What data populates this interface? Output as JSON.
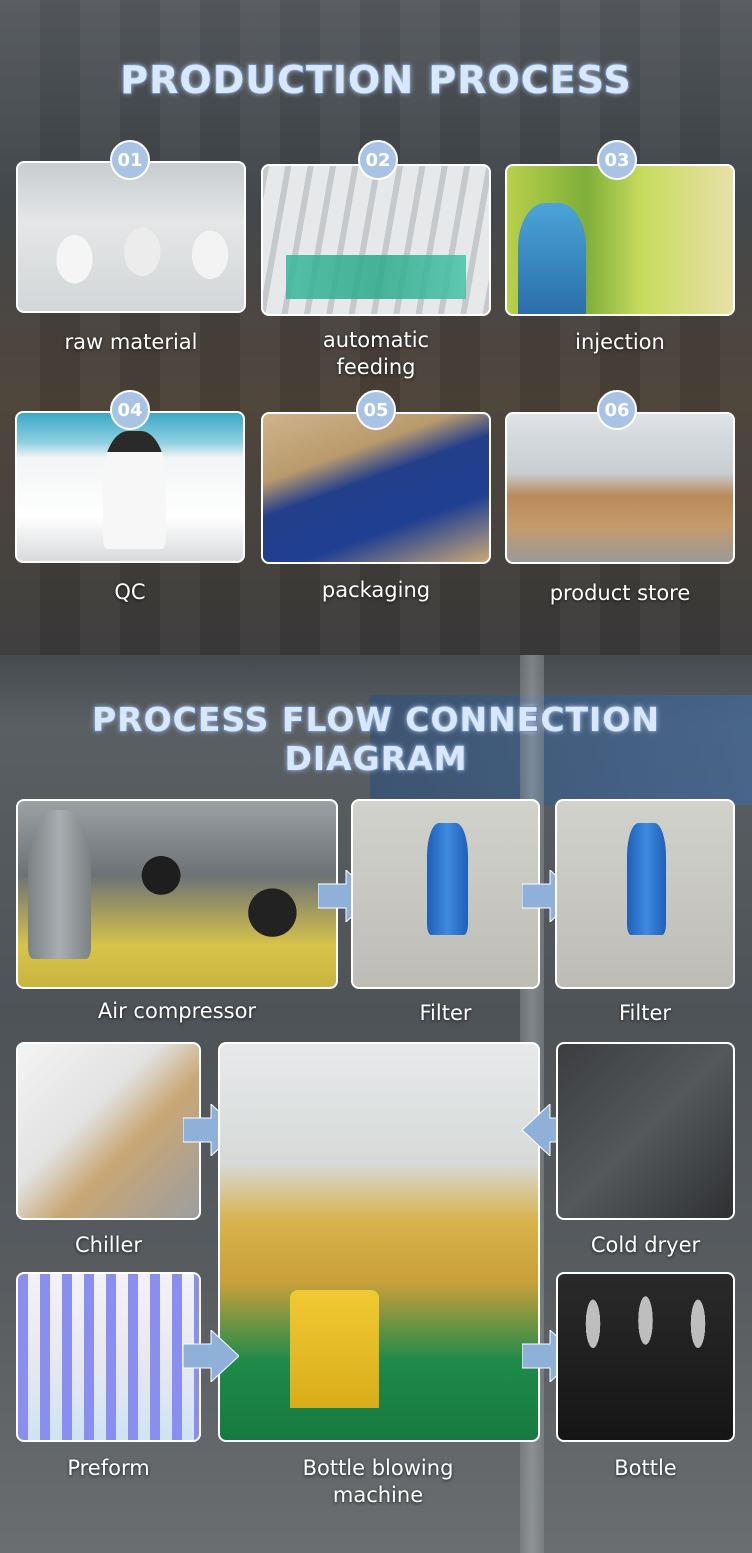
{
  "production": {
    "title": "PRODUCTION PROCESS",
    "steps": [
      {
        "num": "01",
        "label": "raw material"
      },
      {
        "num": "02",
        "label": "automatic feeding"
      },
      {
        "num": "03",
        "label": "injection"
      },
      {
        "num": "04",
        "label": "QC"
      },
      {
        "num": "05",
        "label": "packaging"
      },
      {
        "num": "06",
        "label": "product store"
      }
    ]
  },
  "flow": {
    "title": "PROCESS FLOW CONNECTION DIAGRAM",
    "nodes": {
      "air_compressor": "Air compressor",
      "filter_1": "Filter",
      "filter_2": "Filter",
      "chiller": "Chiller",
      "blowing_machine": "Bottle blowing machine",
      "cold_dryer": "Cold dryer",
      "preform": "Preform",
      "bottle": "Bottle"
    }
  },
  "colors": {
    "heading_fill": "#d9e8ff",
    "heading_stroke": "#3f6fb5",
    "badge": "#a9c3e4",
    "arrow": "#8fb0d8"
  }
}
